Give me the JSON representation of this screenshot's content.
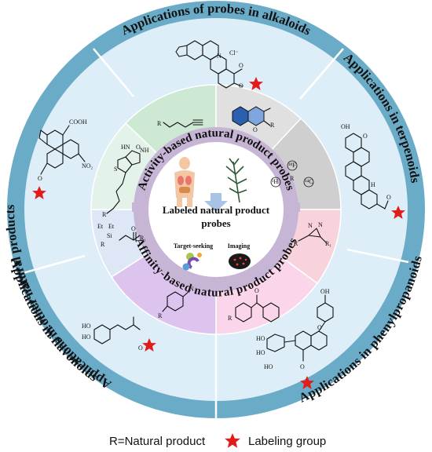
{
  "center": {
    "title_line1": "Labeled natural product",
    "title_line2": "probes",
    "target_label": "Target-seeking",
    "imaging_label": "Imaging"
  },
  "middle_ring": {
    "top_label": "Activity-based natural product probes",
    "bottom_label": "Affinity-based natural product probes"
  },
  "outer_ring": {
    "alkaloids": "Applications of probes in alkaloids",
    "terpenoids": "Applications in terpenoids",
    "flavonoids": "Applications in flavonoids",
    "phenylpropanoids": "Applications in phenylpropanoids",
    "other": "Applications in other natural products"
  },
  "chem_labels": {
    "cl": "Cl⁻",
    "cooh": "COOH",
    "no2": "NO₂",
    "r": "R",
    "r1": "R₁",
    "et": "Et",
    "si": "Si",
    "n3": "N₃",
    "o": "O",
    "oh": "OH",
    "ho": "HO",
    "h": "H",
    "nh": "NH",
    "hn": "HN",
    "s": "S",
    "n": "N",
    "f18": "¹⁸F",
    "h3": "³H",
    "c14": "¹⁴C"
  },
  "legend": {
    "r_text": "R=Natural product",
    "label_text": "Labeling group"
  },
  "colors": {
    "outer_ring": "#6aabc8",
    "application_zone": "#ddeef8",
    "center": "#ffffff",
    "middle_band": "#c7b5d6",
    "star": "#e21b1b"
  }
}
